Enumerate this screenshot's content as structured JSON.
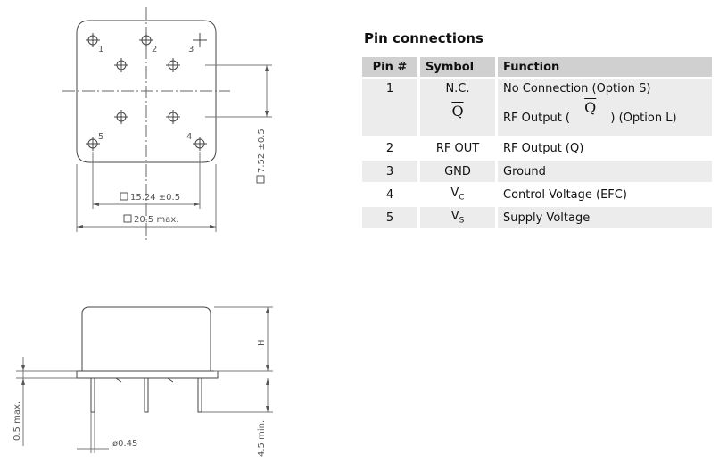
{
  "drawing": {
    "top_view": {
      "pin_labels": [
        "1",
        "2",
        "3",
        "4",
        "5"
      ],
      "dim_side": "7.52 ±0.5",
      "dim_pin_span": "15.24 ±0.5",
      "dim_body": "20.5 max."
    },
    "side_view": {
      "dim_height": "H",
      "dim_lead_length": "4.5 min.",
      "dim_pin_diameter": "ø0.45",
      "dim_standoff": "0.5 max."
    }
  },
  "pin_connections": {
    "title": "Pin connections",
    "headers": [
      "Pin #",
      "Symbol",
      "Function"
    ],
    "rows": [
      {
        "pin": "1",
        "symbol": "N.C.",
        "function": "No Connection  (Option S)",
        "symbol2": "Q",
        "function2_prefix": "RF Output  (",
        "function2_q": "Q",
        "function2_suffix": ")  (Option L)"
      },
      {
        "pin": "2",
        "symbol": "RF OUT",
        "function": "RF Output (Q)"
      },
      {
        "pin": "3",
        "symbol": "GND",
        "function": "Ground"
      },
      {
        "pin": "4",
        "symbol_base": "V",
        "symbol_sub": "C",
        "function": "Control Voltage (EFC)"
      },
      {
        "pin": "5",
        "symbol_base": "V",
        "symbol_sub": "S",
        "function": "Supply Voltage"
      }
    ]
  }
}
